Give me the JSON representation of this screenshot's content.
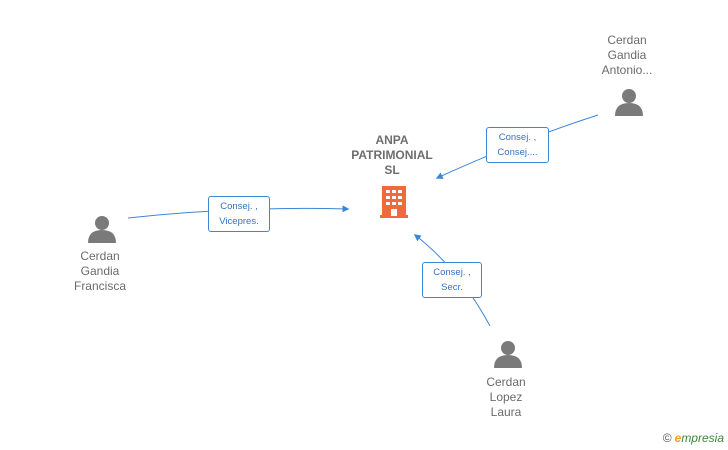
{
  "company": {
    "name_lines": [
      "ANPA",
      "PATRIMONIAL",
      "SL"
    ],
    "icon": "building-icon",
    "color": "#f06a3b"
  },
  "persons": [
    {
      "id": "p1",
      "lines": [
        "Cerdan",
        "Gandia",
        "Antonio..."
      ],
      "icon": "person-icon"
    },
    {
      "id": "p2",
      "lines": [
        "Cerdan",
        "Gandia",
        "Francisca"
      ],
      "icon": "person-icon"
    },
    {
      "id": "p3",
      "lines": [
        "Cerdan",
        "Lopez",
        "Laura"
      ],
      "icon": "person-icon"
    }
  ],
  "edges": [
    {
      "from": "p1",
      "lines": [
        "Consej. ,",
        "Consej...."
      ]
    },
    {
      "from": "p2",
      "lines": [
        "Consej. ,",
        "Vicepres."
      ]
    },
    {
      "from": "p3",
      "lines": [
        "Consej. ,",
        "Secr."
      ]
    }
  ],
  "colors": {
    "edge": "#3b86d6",
    "person": "#7a7a7a",
    "text": "#6b6b6b"
  },
  "watermark": {
    "symbol": "©",
    "brand_first": "e",
    "brand_rest": "mpresia"
  }
}
